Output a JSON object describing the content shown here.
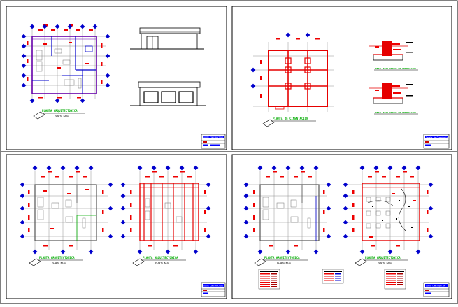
{
  "sheets": {
    "top_left": {
      "plan_caption": "PLANTA ARQUITECTONICA",
      "plan_subcaption": "PLANTA BAJA",
      "title_block": "CORTE CONSTRUCTIVO"
    },
    "top_right": {
      "plan_caption": "PLANTA DE CIMENTACION",
      "detail_caption_1": "DETALLE DE ZAPATA DE CIMENTACION",
      "detail_caption_2": "DETALLE DE ZAPATA DE CIMENTACION",
      "title_block": "Zapata de Cimentacion"
    },
    "bottom_left": {
      "plan_caption_1": "PLANTA ARQUITECTONICA",
      "plan_subcaption_1": "PLANTA BAJA",
      "plan_caption_2": "PLANTA ARQUITECTONICA",
      "plan_subcaption_2": "PLANTA BAJA",
      "title_block": "CORTE CONSTRUCTIVO"
    },
    "bottom_right": {
      "plan_caption_1": "PLANTA ARQUITECTONICA",
      "plan_subcaption_1": "PLANTA BAJA",
      "plan_caption_2": "PLANTA ARQUITECTONICA",
      "plan_subcaption_2": "PLANTA BAJA",
      "title_block": "CORTE CONSTRUCTIVO"
    }
  },
  "colors": {
    "frame": "#000000",
    "wall": "#e60000",
    "dim": "#ff0000",
    "axis": "#0000cc",
    "grid": "#909090",
    "caption": "#00aa00",
    "tb_blue": "#0000ff"
  }
}
